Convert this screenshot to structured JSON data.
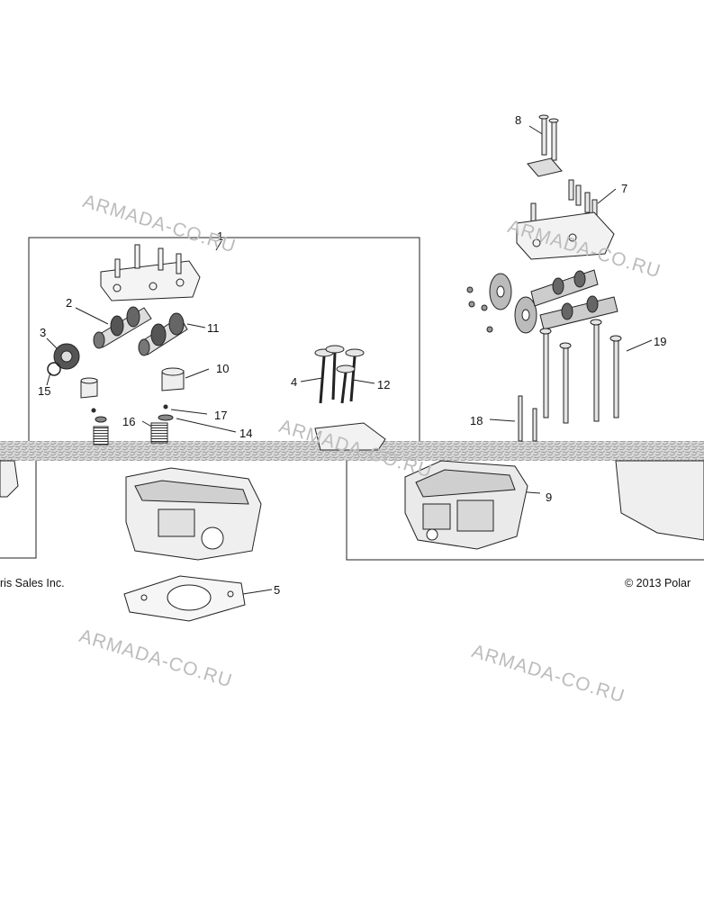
{
  "watermark_text": "ARMADA-CO.RU",
  "copyright_left": "ris Sales Inc.",
  "copyright_right": "© 2013 Polar",
  "callouts": {
    "c1": "1",
    "c2": "2",
    "c3": "3",
    "c4": "4",
    "c5": "5",
    "c7": "7",
    "c8": "8",
    "c9": "9",
    "c10": "10",
    "c11": "11",
    "c12": "12",
    "c14": "14",
    "c15": "15",
    "c16": "16",
    "c17": "17",
    "c18": "18",
    "c19": "19"
  }
}
